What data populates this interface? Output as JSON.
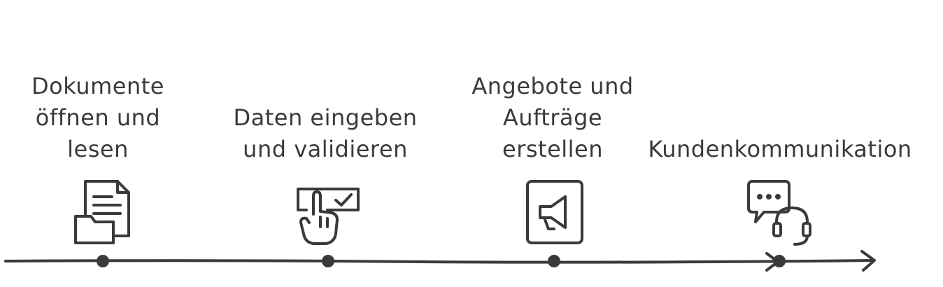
{
  "steps": [
    {
      "label": "Dokumente\nöffnen und\nlesen",
      "icon": "document-folder-icon"
    },
    {
      "label": "Daten eingeben\nund validieren",
      "icon": "hand-touch-checkbox-icon"
    },
    {
      "label": "Angebote und\nAufträge\nerstellen",
      "icon": "megaphone-document-icon"
    },
    {
      "label": "Kundenkommunikation",
      "icon": "chat-headset-icon"
    }
  ],
  "colors": {
    "ink": "#3a3a3a",
    "background": "#ffffff"
  }
}
